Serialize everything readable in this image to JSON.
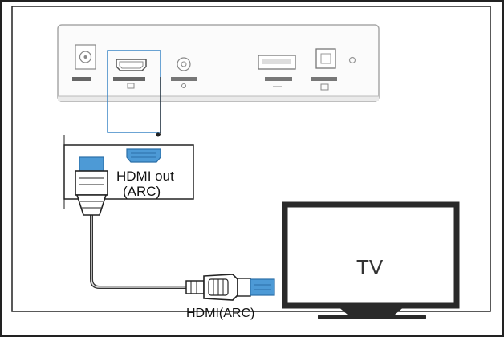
{
  "labels": {
    "hdmi_out_line1": "HDMI out",
    "hdmi_out_line2": "(ARC)",
    "tv": "TV",
    "hdmi_arc": "HDMI(ARC)"
  },
  "device_ports": [
    {
      "name": "dc-in-port",
      "label": ""
    },
    {
      "name": "hdmi-arc-port",
      "label": ""
    },
    {
      "name": "audio-out-port",
      "label": ""
    },
    {
      "name": "usb-port",
      "label": ""
    },
    {
      "name": "optical-port",
      "label": ""
    }
  ],
  "colors": {
    "frame": "#222222",
    "connector_blue": "#4d9ad6",
    "connector_blue_dark": "#2b6fa8",
    "highlight_outline": "#3b86c6",
    "tv_body": "#2a2a2a",
    "cable": "#333333"
  }
}
